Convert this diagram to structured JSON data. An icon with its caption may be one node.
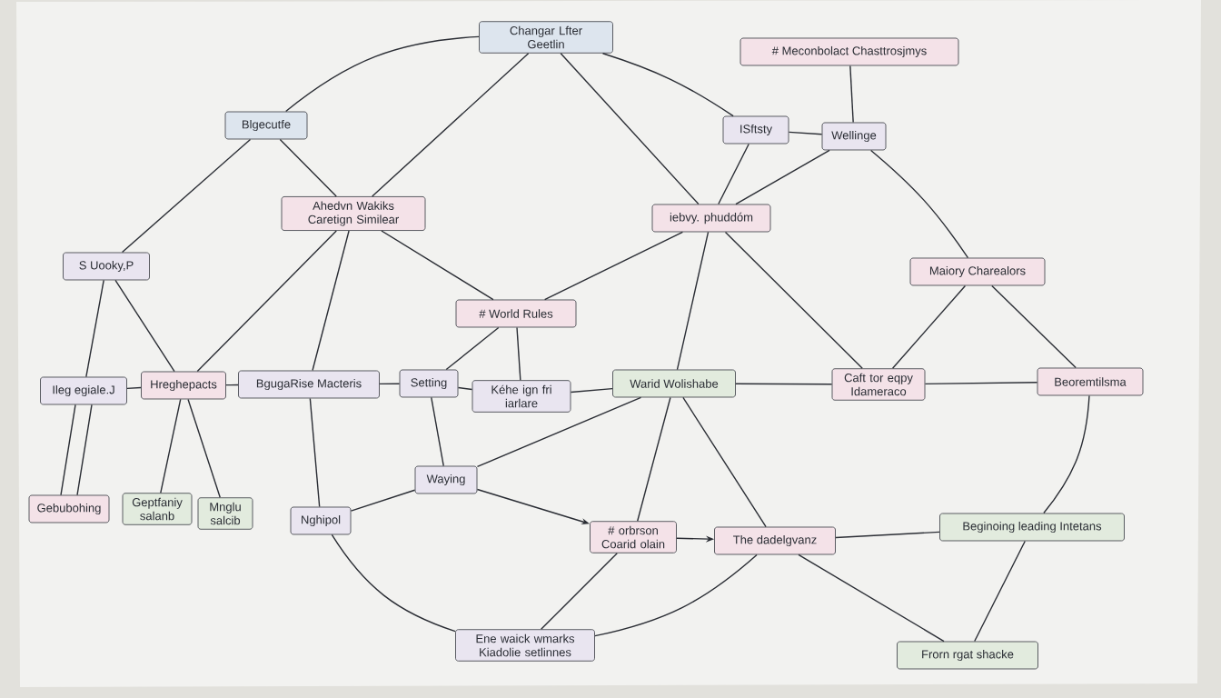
{
  "diagram": {
    "nodes": [
      {
        "text": [
          "Changar Lfter Geetlin"
        ]
      },
      {
        "text": [
          "# Meconbolact Chasttrosjmys"
        ]
      },
      {
        "text": [
          "Blgecutfe"
        ]
      },
      {
        "text": [
          "ISftsty"
        ]
      },
      {
        "text": [
          "Wellinge"
        ]
      },
      {
        "text": [
          "Ahedvn Wakiks Caretign Similear"
        ]
      },
      {
        "text": [
          "iebvy. phuddóm"
        ]
      },
      {
        "text": [
          "Maiory Charealors"
        ]
      },
      {
        "text": [
          "S Uooky,P"
        ]
      },
      {
        "text": [
          "# World Rules"
        ]
      },
      {
        "text": [
          "Ileg egiale.J"
        ]
      },
      {
        "text": [
          "Hreghepacts"
        ]
      },
      {
        "text": [
          "BgugaRise Macteris"
        ]
      },
      {
        "text": [
          "Setting"
        ]
      },
      {
        "text": [
          "Kéhe ign fri iarlare"
        ]
      },
      {
        "text": [
          "Warid Wolishabe"
        ]
      },
      {
        "text": [
          "Caft tor eqpy Idameraco"
        ]
      },
      {
        "text": [
          "Beoremtilsma"
        ]
      },
      {
        "text": [
          "Gebubohing"
        ]
      },
      {
        "text": [
          "Geptfaniy salanb"
        ]
      },
      {
        "text": [
          "Mnglu salcib"
        ]
      },
      {
        "text": [
          "Waying"
        ]
      },
      {
        "text": [
          "Nghipol"
        ]
      },
      {
        "text": [
          "# orbrson Coarid olain"
        ]
      },
      {
        "text": [
          "The dadelgvanz"
        ]
      },
      {
        "text": [
          "Beginoing leading Intetans"
        ]
      },
      {
        "text": [
          "Ene waick wmarks Kiadolie setlinnes"
        ]
      },
      {
        "text": [
          "Frorn rgat shacke"
        ]
      }
    ],
    "edges": [
      {
        "from": 0,
        "to": 2,
        "arrow": "none"
      },
      {
        "from": 0,
        "to": 5,
        "arrow": "none"
      },
      {
        "from": 0,
        "to": 6,
        "arrow": "none"
      },
      {
        "from": 0,
        "to": 3,
        "arrow": "none"
      },
      {
        "from": 1,
        "to": 4,
        "arrow": "none"
      },
      {
        "from": 3,
        "to": 4,
        "arrow": "none"
      },
      {
        "from": 3,
        "to": 6,
        "arrow": "none"
      },
      {
        "from": 4,
        "to": 6,
        "arrow": "none"
      },
      {
        "from": 4,
        "to": 7,
        "arrow": "none"
      },
      {
        "from": 2,
        "to": 8,
        "arrow": "none"
      },
      {
        "from": 2,
        "to": 5,
        "arrow": "none"
      },
      {
        "from": 5,
        "to": 9,
        "arrow": "none"
      },
      {
        "from": 5,
        "to": 11,
        "arrow": "none"
      },
      {
        "from": 5,
        "to": 12,
        "arrow": "none"
      },
      {
        "from": 8,
        "to": 10,
        "arrow": "none"
      },
      {
        "from": 8,
        "to": 11,
        "arrow": "none"
      },
      {
        "from": 6,
        "to": 9,
        "arrow": "none"
      },
      {
        "from": 6,
        "to": 15,
        "arrow": "none"
      },
      {
        "from": 6,
        "to": 16,
        "arrow": "none"
      },
      {
        "from": 7,
        "to": 16,
        "arrow": "none"
      },
      {
        "from": 7,
        "to": 17,
        "arrow": "none"
      },
      {
        "from": 9,
        "to": 13,
        "arrow": "none"
      },
      {
        "from": 9,
        "to": 14,
        "arrow": "none"
      },
      {
        "from": 10,
        "to": 11,
        "arrow": "none"
      },
      {
        "from": 11,
        "to": 12,
        "arrow": "none"
      },
      {
        "from": 12,
        "to": 13,
        "arrow": "none"
      },
      {
        "from": 13,
        "to": 14,
        "arrow": "none"
      },
      {
        "from": 14,
        "to": 15,
        "arrow": "none"
      },
      {
        "from": 15,
        "to": 16,
        "arrow": "none"
      },
      {
        "from": 16,
        "to": 17,
        "arrow": "none"
      },
      {
        "from": 10,
        "to": 18,
        "arrow": "none"
      },
      {
        "from": 10,
        "to": 18,
        "arrow": "none"
      },
      {
        "from": 11,
        "to": 19,
        "arrow": "none"
      },
      {
        "from": 11,
        "to": 20,
        "arrow": "none"
      },
      {
        "from": 12,
        "to": 22,
        "arrow": "none"
      },
      {
        "from": 13,
        "to": 21,
        "arrow": "none"
      },
      {
        "from": 15,
        "to": 21,
        "arrow": "none"
      },
      {
        "from": 21,
        "to": 22,
        "arrow": "none"
      },
      {
        "from": 21,
        "to": 23,
        "arrow": "to"
      },
      {
        "from": 15,
        "to": 23,
        "arrow": "none"
      },
      {
        "from": 15,
        "to": 24,
        "arrow": "none"
      },
      {
        "from": 23,
        "to": 24,
        "arrow": "to"
      },
      {
        "from": 22,
        "to": 26,
        "arrow": "none"
      },
      {
        "from": 23,
        "to": 26,
        "arrow": "none"
      },
      {
        "from": 24,
        "to": 26,
        "arrow": "none"
      },
      {
        "from": 24,
        "to": 25,
        "arrow": "none"
      },
      {
        "from": 24,
        "to": 27,
        "arrow": "none"
      },
      {
        "from": 25,
        "to": 27,
        "arrow": "none"
      },
      {
        "from": 17,
        "to": 25,
        "arrow": "none"
      }
    ]
  }
}
